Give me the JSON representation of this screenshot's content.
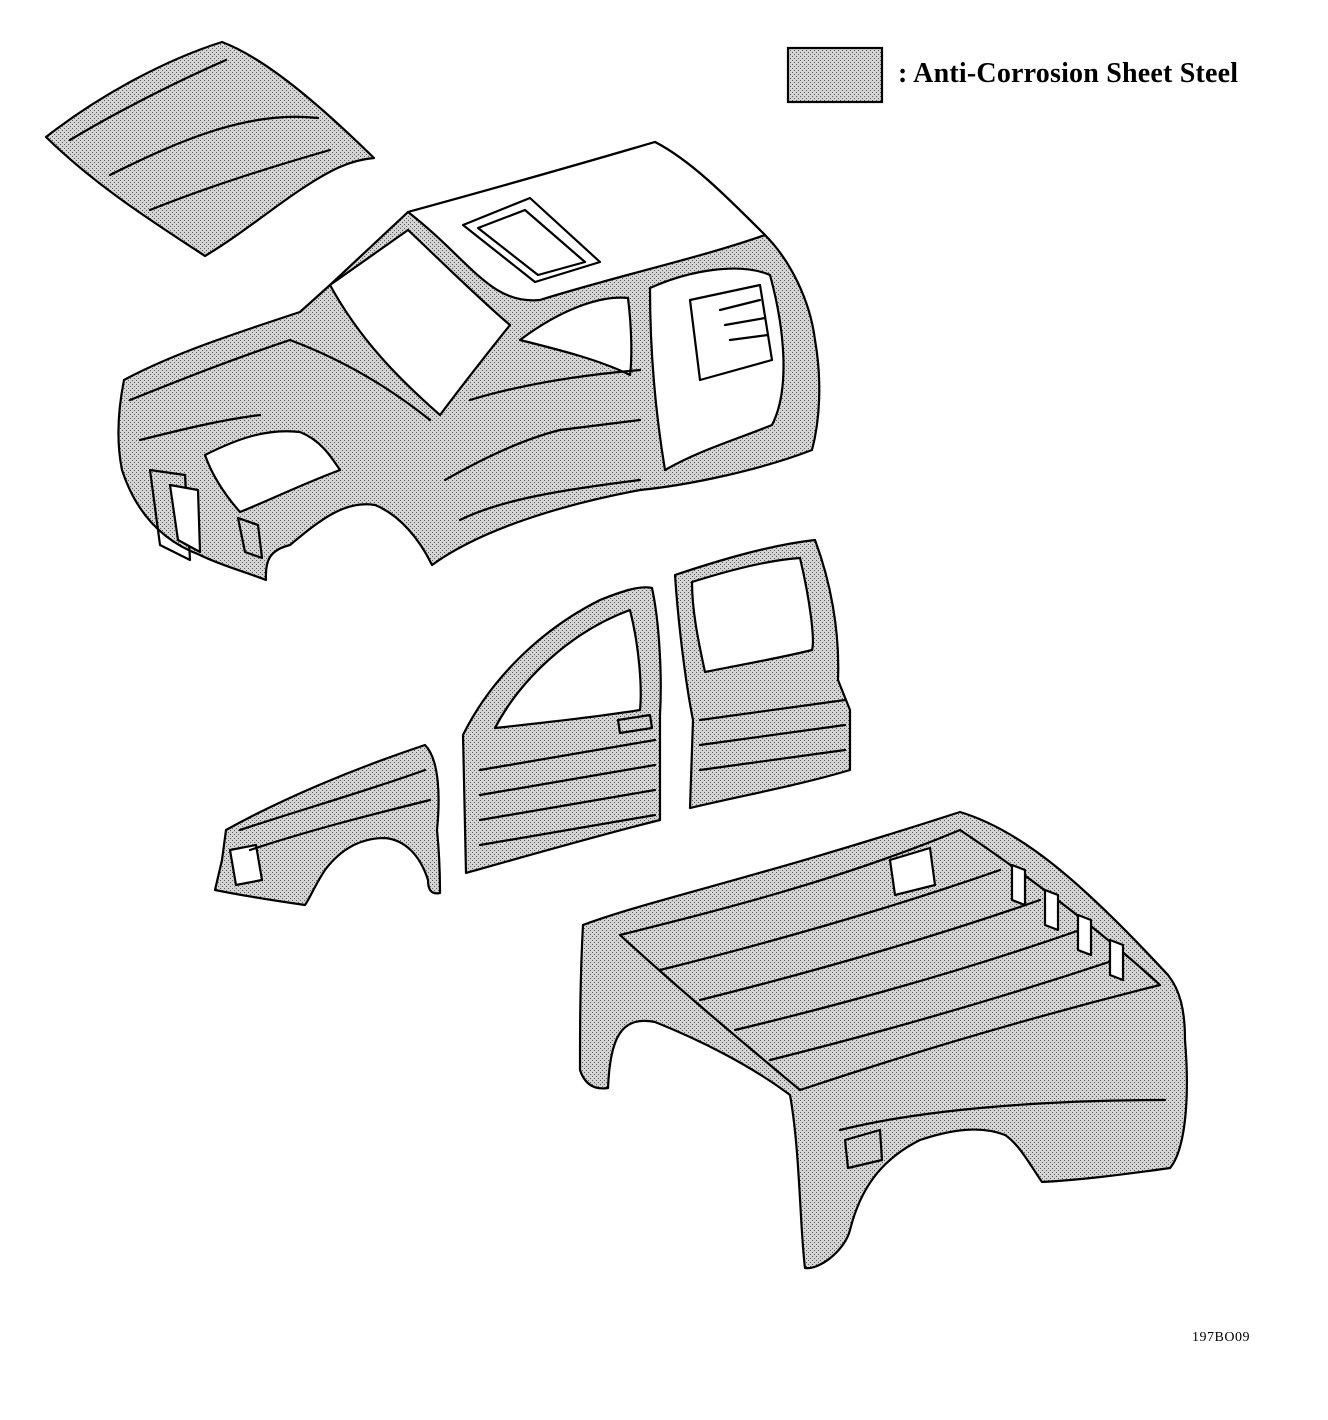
{
  "legend": {
    "label": ": Anti-Corrosion Sheet Steel",
    "meaning": "shaded areas"
  },
  "figure_code": "197BO09",
  "colors": {
    "steel_shade": "#c9c9c9",
    "line": "#000000",
    "paper": "#ffffff"
  }
}
